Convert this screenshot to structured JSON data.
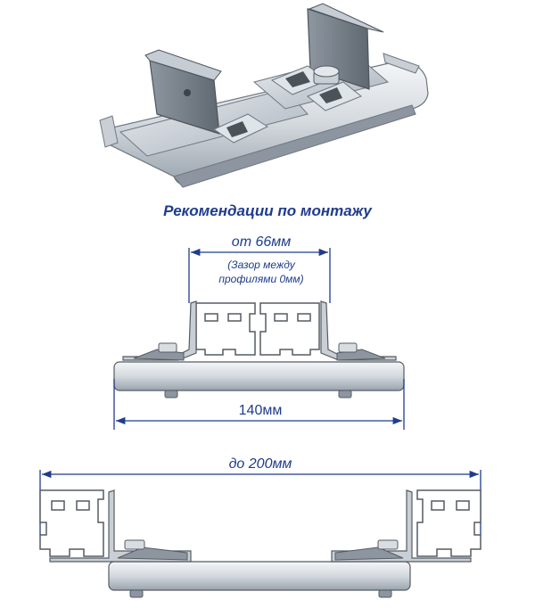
{
  "heading": "Рекомендации по монтажу",
  "colors": {
    "heading": "#1f3c8c",
    "dimension": "#1f3c8c",
    "metal_light": "#e8ecf0",
    "metal_mid": "#b9c1ca",
    "metal_dark": "#6e7780",
    "outline": "#555c63"
  },
  "diagram_top": {
    "gap_label": "от 66мм",
    "gap_note_line1": "(Зазор между",
    "gap_note_line2": "профилями 0мм)",
    "base_label": "140мм"
  },
  "diagram_bottom": {
    "span_label": "до 200мм"
  }
}
